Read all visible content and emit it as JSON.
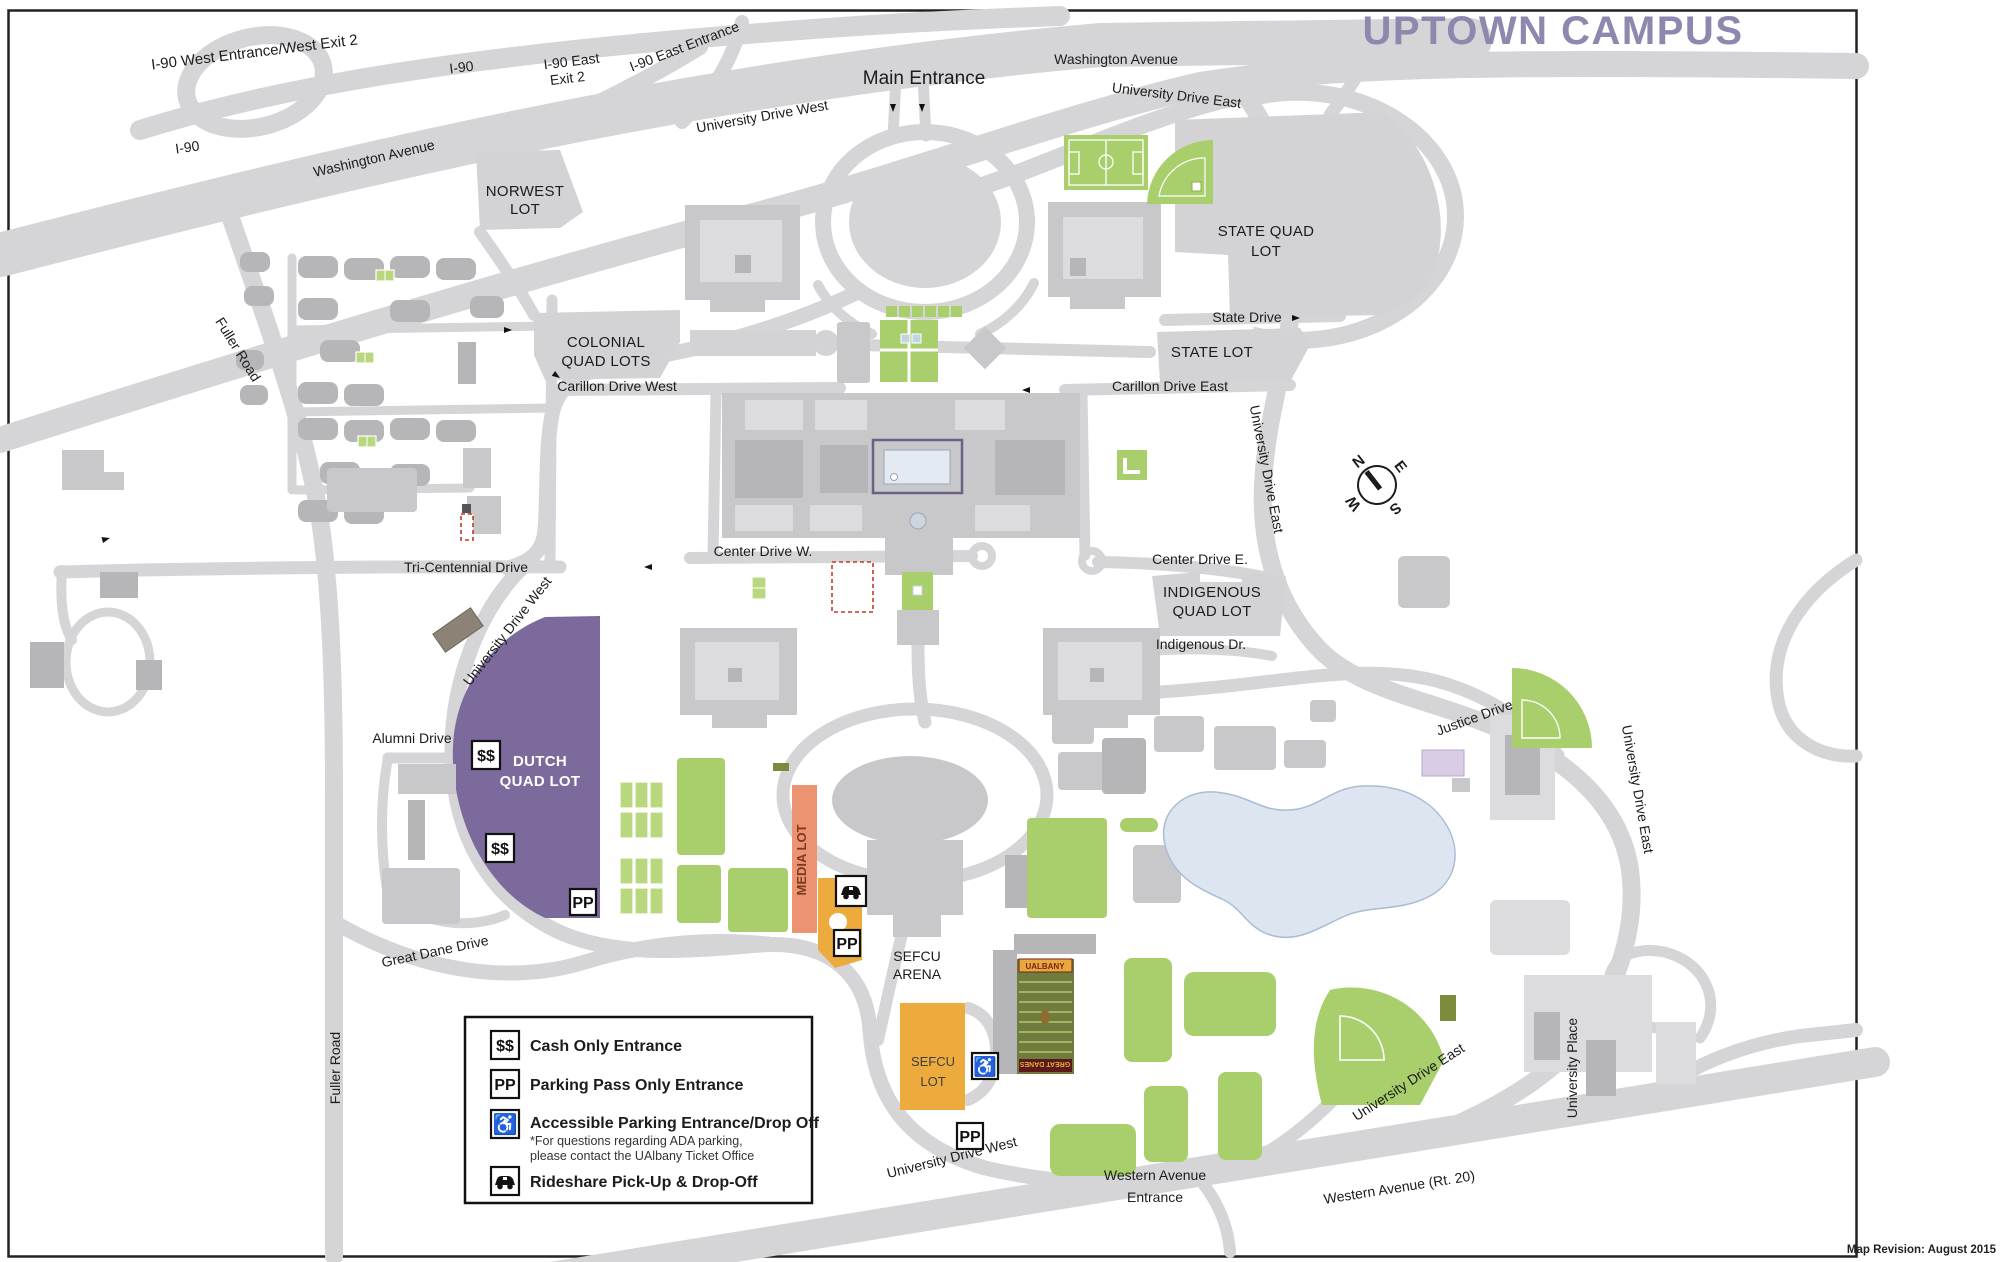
{
  "title": "UPTOWN CAMPUS",
  "map_revision": "Map Revision: August 2015",
  "compass": {
    "n": "N",
    "e": "E",
    "s": "S",
    "w": "W"
  },
  "icons": {
    "cash": "$$",
    "parking_pass": "PP"
  },
  "roads": {
    "i90_west_entrance": "I-90 West Entrance/West Exit 2",
    "i90": "I-90",
    "i90_b": "I-90",
    "i90_east_exit_line1": "I-90 East",
    "i90_east_exit_line2": "Exit 2",
    "i90_east_entrance": "I-90 East Entrance",
    "washington_avenue_top": "Washington Avenue",
    "washington_avenue_left": "Washington Avenue",
    "main_entrance": "Main Entrance",
    "university_drive_west_top": "University Drive West",
    "university_drive_east_top": "University Drive East",
    "fuller_road_top": "Fuller Road",
    "fuller_road_bottom": "Fuller Road",
    "state_drive": "State Drive",
    "carillon_drive_west": "Carillon Drive West",
    "carillon_drive_east": "Carillon Drive East",
    "university_drive_east_right": "University Drive East",
    "tri_centennial_drive": "Tri-Centennial Drive",
    "center_drive_w": "Center Drive W.",
    "center_drive_e": "Center Drive E.",
    "indigenous_dr": "Indigenous Dr.",
    "university_drive_west_mid": "University Drive West",
    "alumni_drive": "Alumni Drive",
    "justice_drive": "Justice Drive",
    "university_drive_east_far": "University Drive East",
    "great_dane_drive": "Great Dane Drive",
    "university_drive_west_bottom": "University Drive West",
    "western_avenue_entrance_line1": "Western Avenue",
    "western_avenue_entrance_line2": "Entrance",
    "western_avenue_rt20": "Western Avenue (Rt. 20)",
    "university_drive_east_bottom": "University Drive East",
    "university_place": "University Place"
  },
  "lots": {
    "norwest_line1": "NORWEST",
    "norwest_line2": "LOT",
    "colonial_line1": "COLONIAL",
    "colonial_line2": "QUAD LOTS",
    "state_quad_line1": "STATE QUAD",
    "state_quad_line2": "LOT",
    "state_lot": "STATE LOT",
    "indigenous_line1": "INDIGENOUS",
    "indigenous_line2": "QUAD LOT",
    "dutch_line1": "DUTCH",
    "dutch_line2": "QUAD LOT",
    "media_lot": "MEDIA LOT",
    "sefcu_lot_line1": "SEFCU",
    "sefcu_lot_line2": "LOT",
    "sefcu_arena_line1": "SEFCU",
    "sefcu_arena_line2": "ARENA"
  },
  "stadium": {
    "header": "UALBANY",
    "footer": "GREAT DANES"
  },
  "legend": {
    "cash": "Cash Only Entrance",
    "parking_pass": "Parking Pass Only Entrance",
    "accessible": "Accessible Parking Entrance/Drop Off",
    "accessible_note_line1": "*For questions regarding ADA parking,",
    "accessible_note_line2": "please contact the UAlbany Ticket Office",
    "rideshare": "Rideshare Pick-Up & Drop-Off"
  },
  "colors": {
    "title": "#8f87ae",
    "road": "#d5d5d7",
    "lot_gray": "#d3d3d5",
    "building": "#b6b6b8",
    "field_green": "#a9cf6c",
    "dutch_purple": "#7c6a9d",
    "media_orange": "#ec9372",
    "sefcu_amber": "#edab3d",
    "pond_blue": "#dde6f0",
    "legend_border": "#111111"
  }
}
